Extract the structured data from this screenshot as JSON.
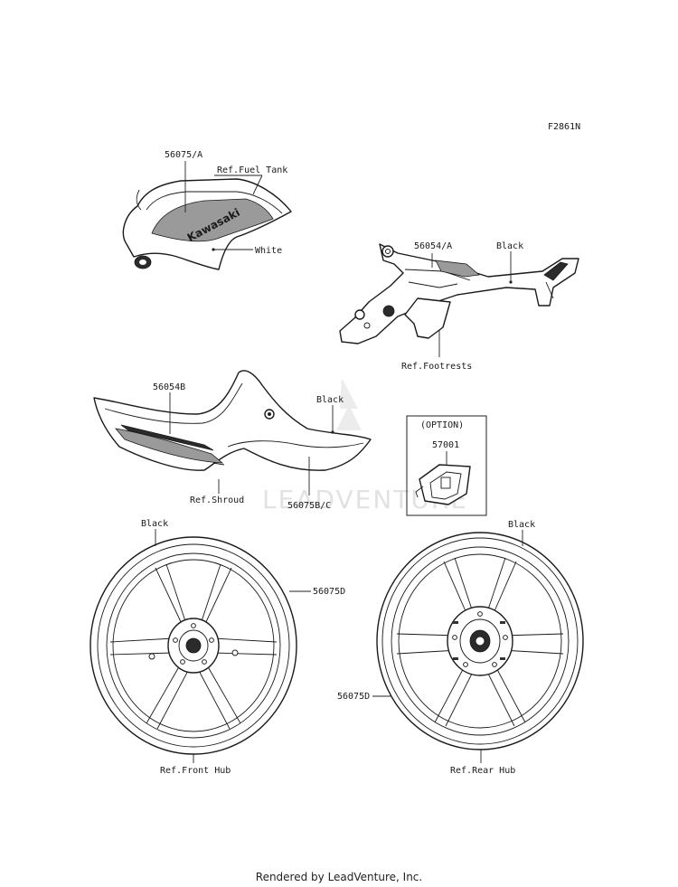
{
  "figure_code": "F2861N",
  "labels": {
    "fuel_tank_decal": "56075/A",
    "ref_fuel_tank": "Ref.Fuel Tank",
    "white": "White",
    "frame_decal": "56054/A",
    "black_frame": "Black",
    "ref_footrests": "Ref.Footrests",
    "shroud_decal": "56054B",
    "black_shroud": "Black",
    "ref_shroud": "Ref.Shroud",
    "shroud_decal_bc": "56075B/C",
    "option_heading": "(OPTION)",
    "option_part": "57001",
    "black_front_wheel": "Black",
    "front_wheel_decal": "56075D",
    "ref_front_hub": "Ref.Front Hub",
    "black_rear_wheel": "Black",
    "rear_wheel_decal": "56075D",
    "ref_rear_hub": "Ref.Rear Hub"
  },
  "tank_logo": "Kawasaki",
  "watermark": "LEADVENTURE",
  "footer": "Rendered by LeadVenture, Inc."
}
